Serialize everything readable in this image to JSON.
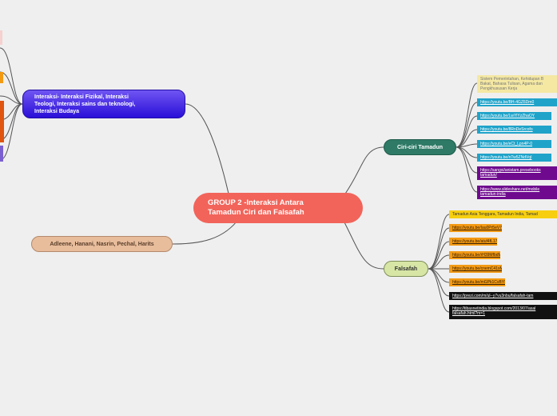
{
  "colors": {
    "central": "#f2645a",
    "interaksi": "#3a1fe0",
    "names": "#e8bd9c",
    "ciri": "#2e7a66",
    "falsafah": "#d7e6a5",
    "link_line": "#555555",
    "cyan_leaf": "#1fa3c9",
    "purple_leaf": "#6f0a8f",
    "orange_leaf": "#f39a14",
    "black_leaf": "#111111",
    "yellow_leaf": "#f7cf10"
  },
  "central": {
    "line1": "GROUP 2 -Interaksi Antara",
    "line2": "Tamadun Ciri dan Falsafah"
  },
  "interaksi": {
    "line1": "Interaksi- Interaksi Fizikal, Interaksi",
    "line2": "Teologi, Interaksi sains dan teknologi,",
    "line3": "Interaksi Budaya"
  },
  "names": {
    "label": "Adleene, Hanani, Nasrin, Pechal, Harits"
  },
  "ciri": {
    "label": "Ciri-ciri Tamadun",
    "description": {
      "line1": "Sistem Pemerintahan, Kehidupan B",
      "line2": "Bakat, Bahasa Tulisan, Agama dan",
      "line3": "Pengkhususan Kerja"
    },
    "links": [
      "https://youtu.be/BH-4GZ6Dm0",
      "https://youtu.be/LwYlYzZhaOY",
      "https://youtu.be/8RnDeSrcofo",
      "https://youtu.be/eCt_Lpn4P-0",
      "https://youtu.be/nTw5ZNdVqI"
    ],
    "purple_links": [
      {
        "line1": "https://sangsi/anistam.presebooks",
        "line2": "tamadun/"
      },
      {
        "line1": "https://www.slideshare.net/mobile",
        "line2": "tamadun-india"
      }
    ]
  },
  "falsafah": {
    "label": "Falsafah",
    "description": "Tamadun Asia Tenggara, Tamadun India, Tamad",
    "links": [
      "https://youtu.be/Iau0Pr5eV79o",
      "https://youtu.be/atuf4fL17fal",
      "https://youtu.be/rH39MfbdMA",
      "https://youtu.be/cnemC41xMHU",
      "https://youtu.be/mGPk1CvBYSw"
    ],
    "black_links": [
      {
        "line1": "https://prezi.com/m/ul--y7vu3nbu/falsafah-tam",
        "line2": ""
      },
      {
        "line1": "https://tibasnetindia.blogspot.com/2013/07/asal",
        "line2": "falsafah.html?m=1"
      }
    ]
  }
}
